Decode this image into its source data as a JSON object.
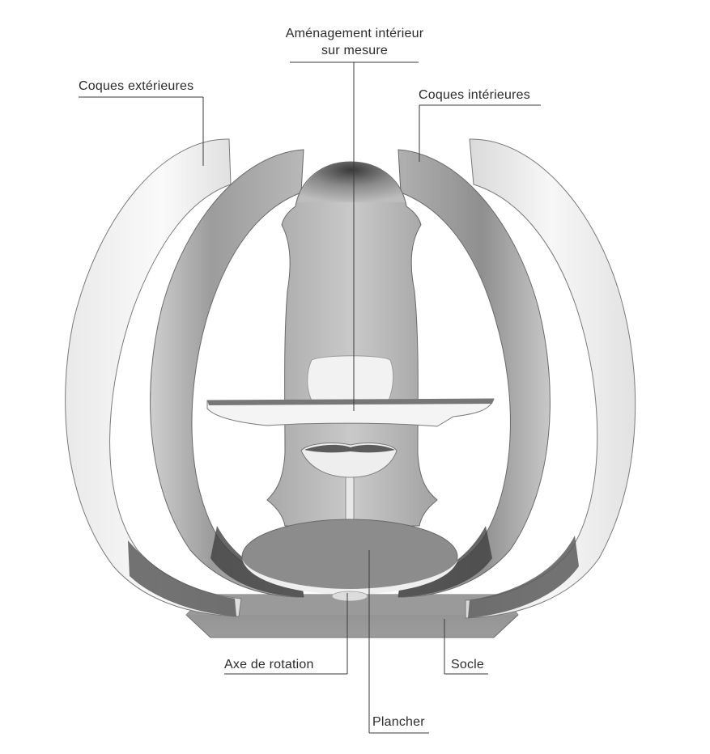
{
  "labels": {
    "amenagement_line1": "Aménagement intérieur",
    "amenagement_line2": "sur mesure",
    "coques_exterieures": "Coques extérieures",
    "coques_interieures": "Coques intérieures",
    "axe_de_rotation": "Axe de rotation",
    "socle": "Socle",
    "plancher": "Plancher"
  }
}
